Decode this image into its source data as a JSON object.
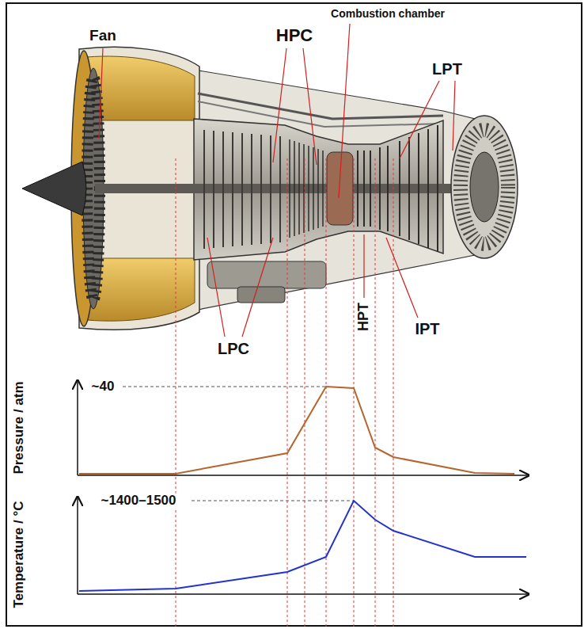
{
  "diagram": {
    "labels": [
      "Combustion chamber",
      "Fan",
      "HPC",
      "LPT",
      "LPC",
      "HPT",
      "IPT",
      "~40",
      "Pressure / atm",
      "~1400–1500",
      "Temperature / °C"
    ]
  }
}
